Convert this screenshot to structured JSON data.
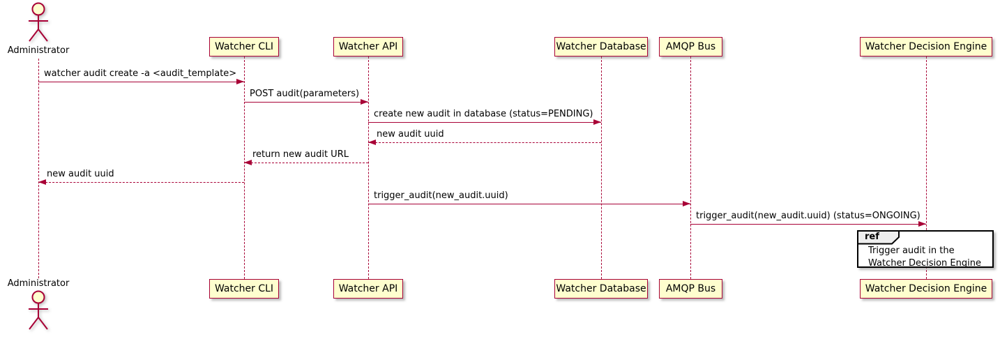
{
  "diagram": {
    "type": "uml-sequence-diagram",
    "colors": {
      "participant_fill": "#FEFECE",
      "stroke": "#A80036",
      "text": "#000000",
      "ref_border": "#000000",
      "ref_tab_fill": "#EEEEEE",
      "background": "#FFFFFF"
    },
    "actor": {
      "label": "Administrator"
    },
    "participants": [
      {
        "label": "Watcher CLI"
      },
      {
        "label": "Watcher API"
      },
      {
        "label": "Watcher Database"
      },
      {
        "label": "AMQP Bus"
      },
      {
        "label": "Watcher Decision Engine"
      }
    ],
    "messages": [
      {
        "from": "Administrator",
        "to": "Watcher CLI",
        "type": "solid",
        "label": "watcher audit create -a <audit_template>"
      },
      {
        "from": "Watcher CLI",
        "to": "Watcher API",
        "type": "solid",
        "label": "POST audit(parameters)"
      },
      {
        "from": "Watcher API",
        "to": "Watcher Database",
        "type": "solid",
        "label": "create new audit in database (status=PENDING)"
      },
      {
        "from": "Watcher Database",
        "to": "Watcher API",
        "type": "reply",
        "label": "new audit uuid"
      },
      {
        "from": "Watcher API",
        "to": "Watcher CLI",
        "type": "reply",
        "label": "return new audit URL"
      },
      {
        "from": "Watcher CLI",
        "to": "Administrator",
        "type": "reply",
        "label": "new audit uuid"
      },
      {
        "from": "Watcher API",
        "to": "AMQP Bus",
        "type": "solid",
        "label": "trigger_audit(new_audit.uuid)"
      },
      {
        "from": "AMQP Bus",
        "to": "Watcher Decision Engine",
        "type": "solid",
        "label": "trigger_audit(new_audit.uuid) (status=ONGOING)"
      }
    ],
    "ref": {
      "keyword": "ref",
      "line1": "Trigger audit in the",
      "line2": "Watcher Decision Engine"
    }
  }
}
